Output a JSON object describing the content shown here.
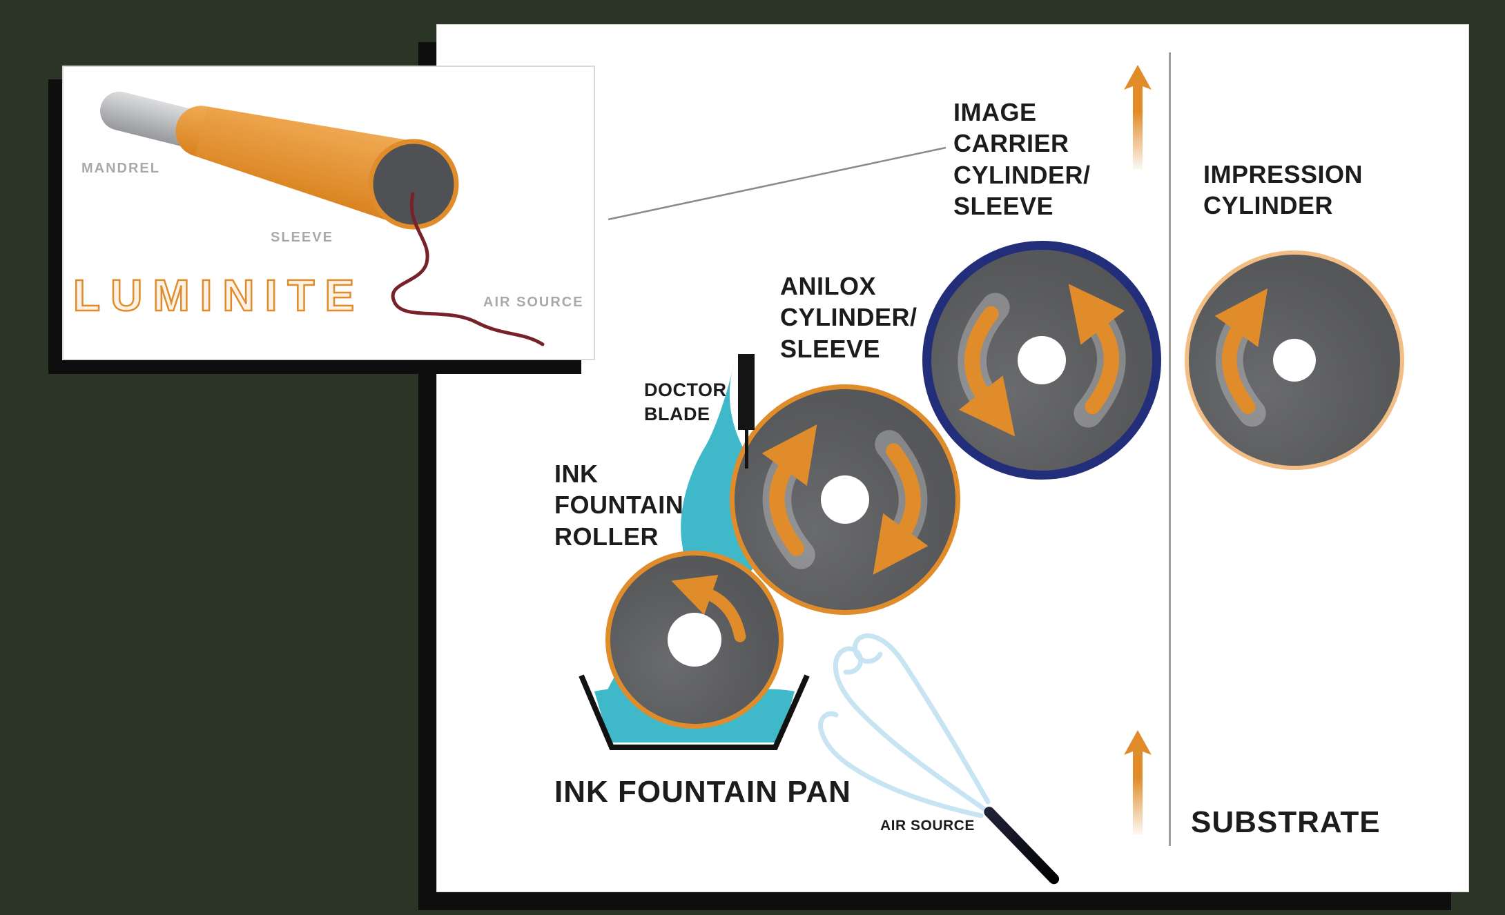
{
  "theme": {
    "bg": "#2a3526",
    "orange": "#e08c2b",
    "orange_light": "#f2be85",
    "navy": "#232e7a",
    "teal": "#3fb8c9",
    "cyl_gray": "#595a5c",
    "air_blue": "#c7e4f3",
    "hose_red": "#77222a",
    "muted_gray": "#a9a9a9",
    "text_dark": "#1c1c1c",
    "shadow": "#0e0e0e"
  },
  "inset": {
    "mandrel_label": "MANDREL",
    "sleeve_label": "SLEEVE",
    "air_source_label": "AIR SOURCE",
    "brand": "LUMINITE"
  },
  "diagram": {
    "image_carrier": [
      "IMAGE",
      "CARRIER",
      "CYLINDER/",
      "SLEEVE"
    ],
    "impression": [
      "IMPRESSION",
      "CYLINDER"
    ],
    "anilox": [
      "ANILOX",
      "CYLINDER/",
      "SLEEVE"
    ],
    "doctor_blade": [
      "DOCTOR",
      "BLADE"
    ],
    "ink_fountain_roller": [
      "INK",
      "FOUNTAIN",
      "ROLLER"
    ],
    "ink_fountain_pan": "INK FOUNTAIN PAN",
    "substrate": "SUBSTRATE",
    "air_source": "AIR SOURCE"
  }
}
